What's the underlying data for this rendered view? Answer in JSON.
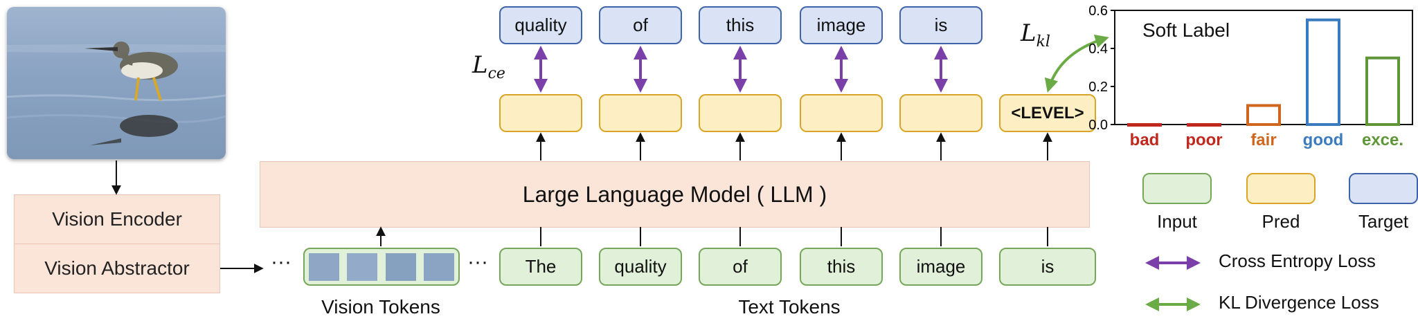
{
  "encoder": {
    "vision_encoder": "Vision Encoder",
    "vision_abstractor": "Vision Abstractor"
  },
  "llm_label": "Large Language Model  ( LLM )",
  "dots": "···",
  "target_tokens": [
    "quality",
    "of",
    "this",
    "image",
    "is"
  ],
  "level_token": "<LEVEL>",
  "input_tokens": [
    "The",
    "quality",
    "of",
    "this",
    "image",
    "is"
  ],
  "captions": {
    "vision_tokens": "Vision Tokens",
    "text_tokens": "Text Tokens"
  },
  "losses": {
    "ce": "L",
    "ce_sub": "ce",
    "kl": "L",
    "kl_sub": "kl"
  },
  "legend": {
    "input": "Input",
    "pred": "Pred",
    "target": "Target",
    "ce_loss": "Cross Entropy Loss",
    "kl_loss": "KL Divergence Loss"
  },
  "colors": {
    "input_fill": "#e1f0d8",
    "input_border": "#76a65a",
    "pred_fill": "#fdefc3",
    "pred_border": "#d9a528",
    "target_fill": "#dae3f5",
    "target_border": "#3e63a8",
    "ce_arrow": "#7a3fa8",
    "kl_arrow": "#6aab45"
  },
  "chart_data": {
    "type": "bar",
    "title": "Soft Label",
    "categories": [
      "bad",
      "poor",
      "fair",
      "good",
      "exce."
    ],
    "values": [
      0.0,
      0.0,
      0.1,
      0.55,
      0.35
    ],
    "category_colors": [
      "#c0281e",
      "#c0281e",
      "#d0661e",
      "#3a7bbf",
      "#5e9638"
    ],
    "ylim": [
      0,
      0.6
    ],
    "yticks": [
      "0.0",
      "0.2",
      "0.4",
      "0.6"
    ]
  }
}
